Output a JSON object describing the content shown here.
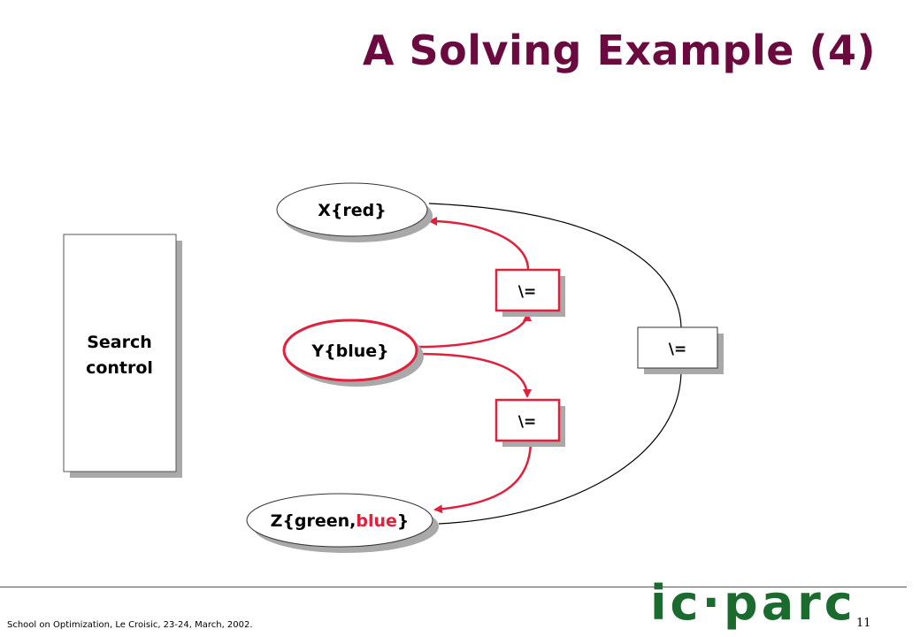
{
  "title": "A Solving  Example (4)",
  "search_box": {
    "line1": "Search",
    "line2": "control"
  },
  "nodes": {
    "x": {
      "label": "X{red}"
    },
    "y": {
      "label": "Y{blue}"
    },
    "z": {
      "prefix": "Z{green,",
      "highlight": "blue",
      "suffix": "}"
    }
  },
  "constraints": {
    "xy": "\\=",
    "yz": "\\=",
    "xz": "\\="
  },
  "footer": {
    "text": "School on Optimization,  Le Croisic, 23-24, March, 2002.",
    "page": "11"
  },
  "logo": {
    "text": "ic·parc"
  },
  "colors": {
    "title": "#6b0a3f",
    "active": "#e0203c",
    "shadow": "#a9a9a9",
    "logo": "#1b6b2e"
  }
}
